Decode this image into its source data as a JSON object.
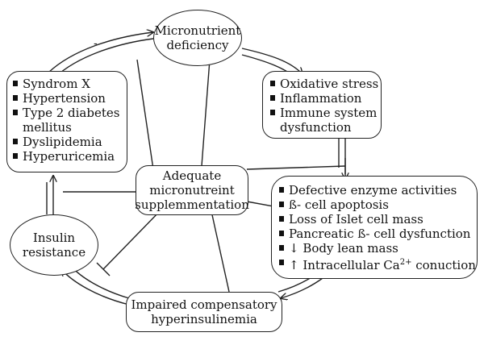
{
  "nodes": {
    "deficiency": {
      "label_line1": "Micronutrient",
      "label_line2": "deficiency"
    },
    "oxidative": {
      "items": [
        "Oxidative stress",
        "Inflammation",
        "Immune system",
        "dysfunction"
      ]
    },
    "syndrome": {
      "items": [
        "Syndrom X",
        "Hypertension",
        "Type 2 diabetes",
        "mellitus",
        "Dyslipidemia",
        "Hyperuricemia"
      ]
    },
    "supplement": {
      "label_line1": "Adequate",
      "label_line2": "micronutreint",
      "label_line3": "supplemmentation"
    },
    "enzyme": {
      "items": [
        "Defective enzyme activities",
        "ß- cell apoptosis",
        "Loss of Islet cell mass",
        "Pancreatic ß- cell dysfunction",
        "↓ Body lean mass"
      ],
      "last_prefix": "↑ Intracellular Ca",
      "last_sup": "2+",
      "last_suffix": " conuction"
    },
    "insulin": {
      "label_line1": "Insulin",
      "label_line2": "resistance"
    },
    "hyperinsulinemia": {
      "label_line1": "Impaired compensatory",
      "label_line2": "hyperinsulinemia"
    }
  },
  "stray_mark": "-",
  "colors": {
    "stroke": "#222222",
    "background": "#ffffff"
  }
}
